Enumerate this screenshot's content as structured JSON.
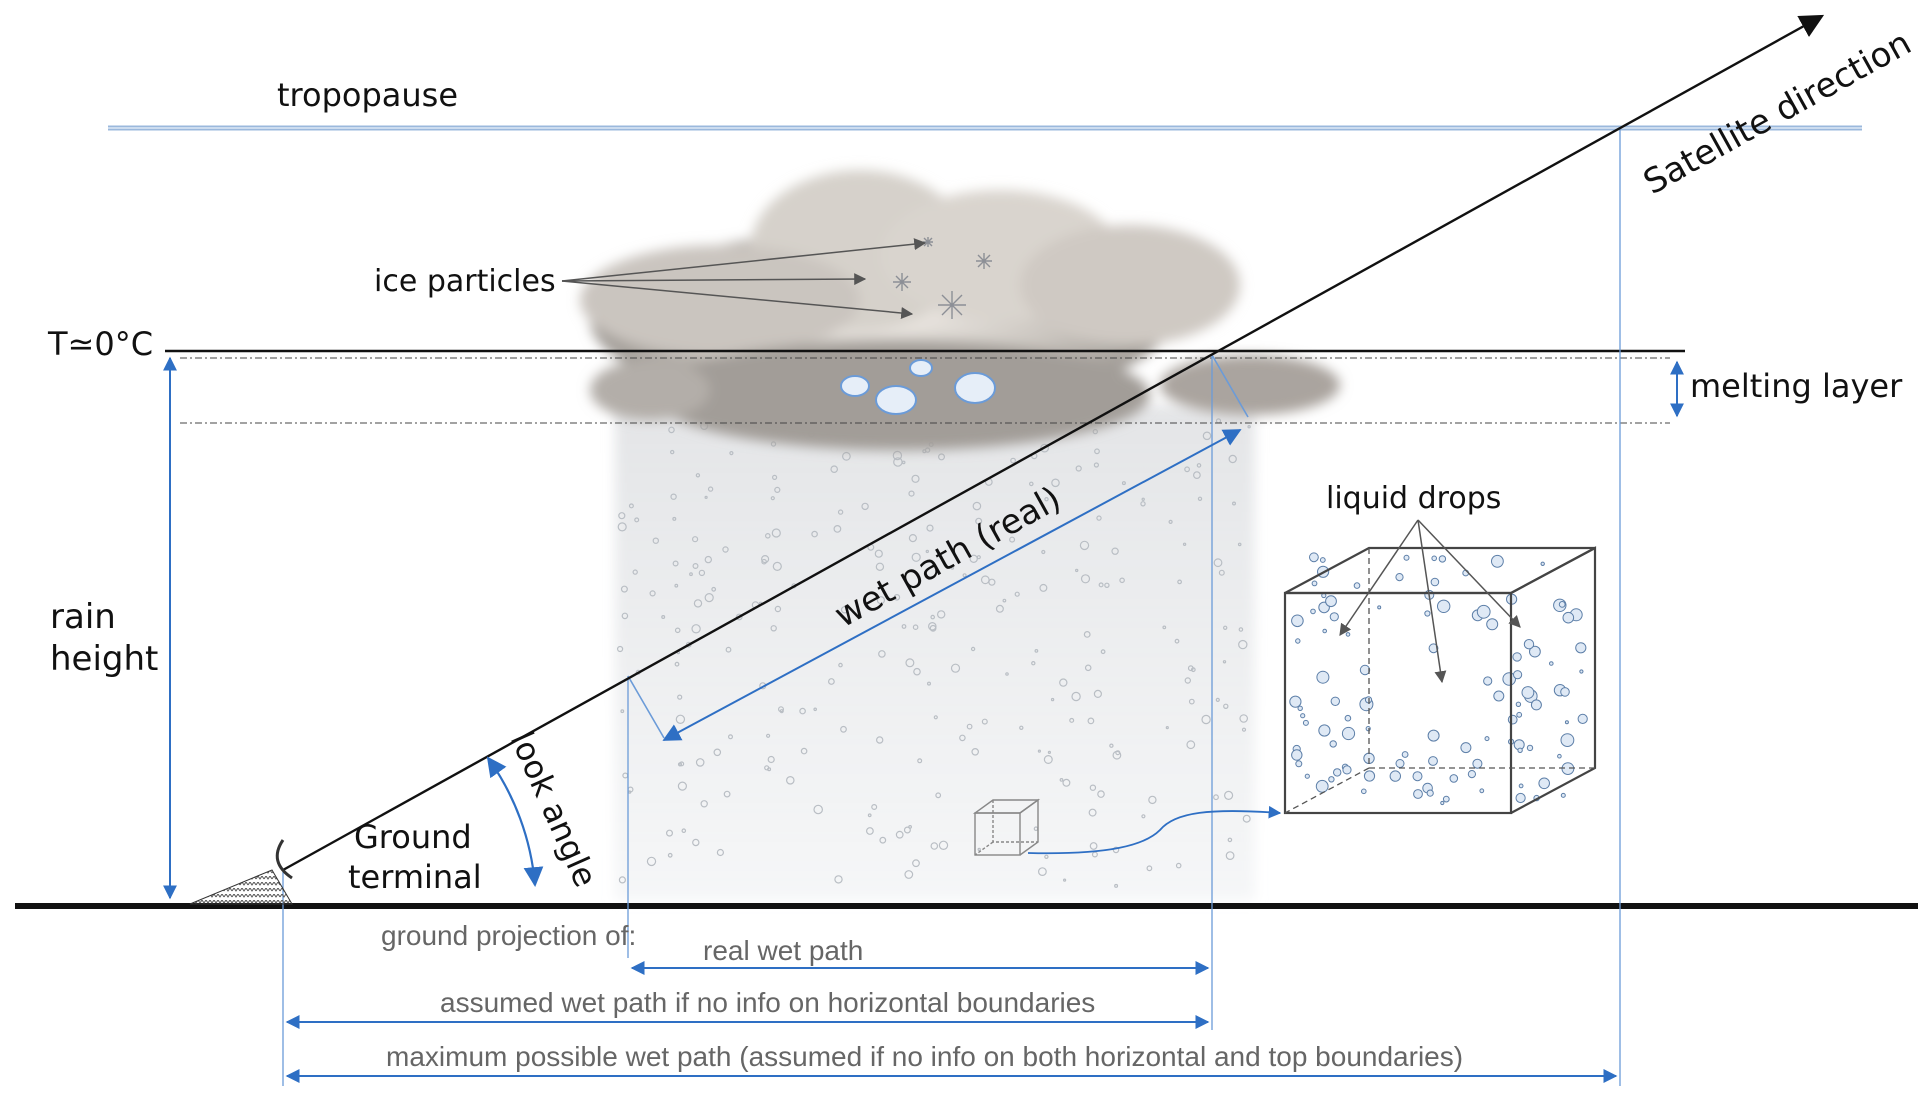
{
  "labels": {
    "tropopause": "tropopause",
    "satellite_direction": "Satellite direction",
    "ice_particles": "ice particles",
    "t_zero": "T≃0°C",
    "melting_layer": "melting layer",
    "liquid_drops": "liquid drops",
    "wet_path_real": "wet path (real)",
    "rain_height_line1": "rain",
    "rain_height_line2": "height",
    "look_angle": "look angle",
    "ground_terminal_line1": "Ground",
    "ground_terminal_line2": "terminal",
    "ground_projection_of": "ground projection of:",
    "real_wet_path": "real wet path",
    "assumed_wet_path": "assumed wet path if no info on horizontal boundaries",
    "maximum_wet_path": "maximum possible wet path (assumed if no info on both horizontal and top boundaries)"
  },
  "colors": {
    "accent_blue": "#2e6fc4",
    "guide_blue": "#6b9bd8",
    "tropopause_blue": "#9bb8dc",
    "ground": "#111111",
    "label_grey": "#666666"
  },
  "icons": [
    "ground-terminal-dish-icon",
    "cloud-icon",
    "snowflake-icon",
    "rain-drops-icon",
    "cube-icon"
  ]
}
